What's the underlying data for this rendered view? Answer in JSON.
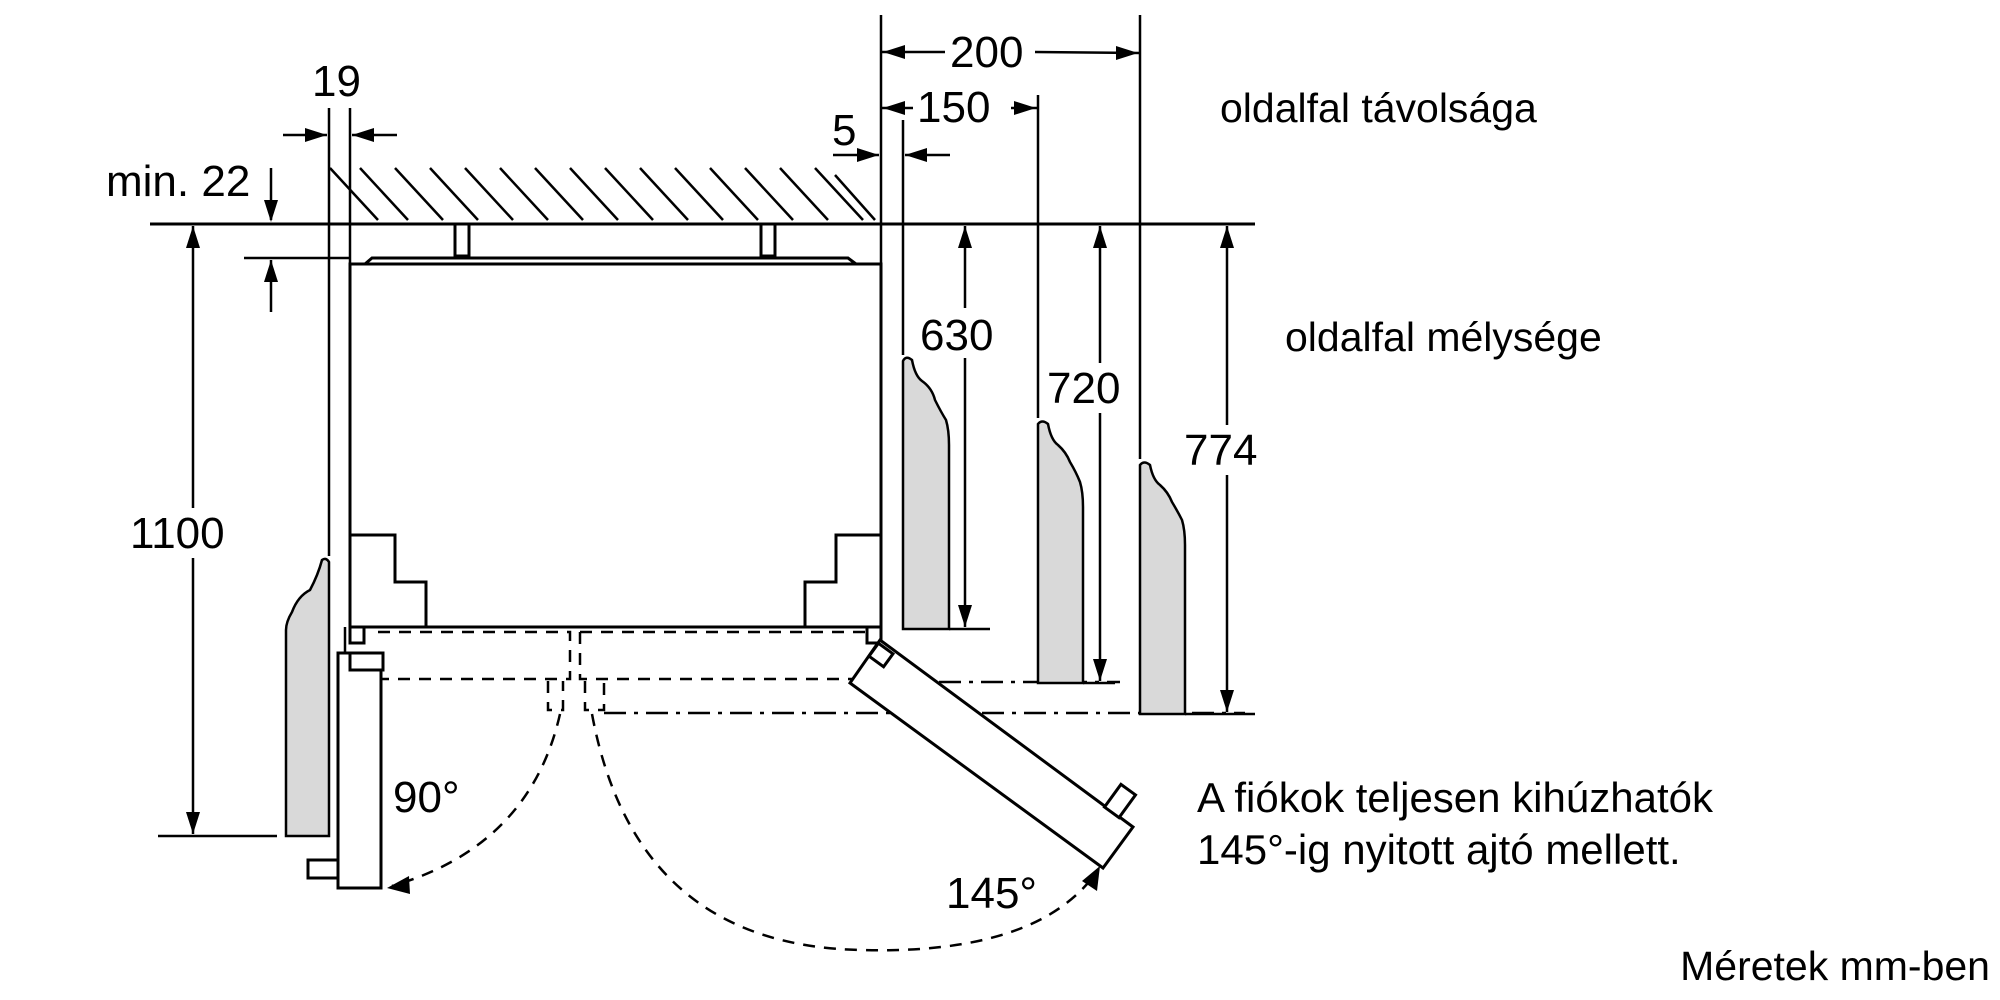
{
  "dimensions": {
    "d19": "19",
    "min22": "min. 22",
    "d5": "5",
    "d150": "150",
    "d200": "200",
    "d630": "630",
    "d720": "720",
    "d774": "774",
    "d1100": "1100"
  },
  "angles": {
    "a90": "90°",
    "a145": "145°"
  },
  "labels": {
    "sidewall_distance": "oldalfal távolsága",
    "sidewall_depth": "oldalfal mélysége",
    "note_line1": "A fiókok teljesen kihúzhatók",
    "note_line2": "145°-ig nyitott ajtó mellett.",
    "units": "Méretek mm-ben"
  }
}
